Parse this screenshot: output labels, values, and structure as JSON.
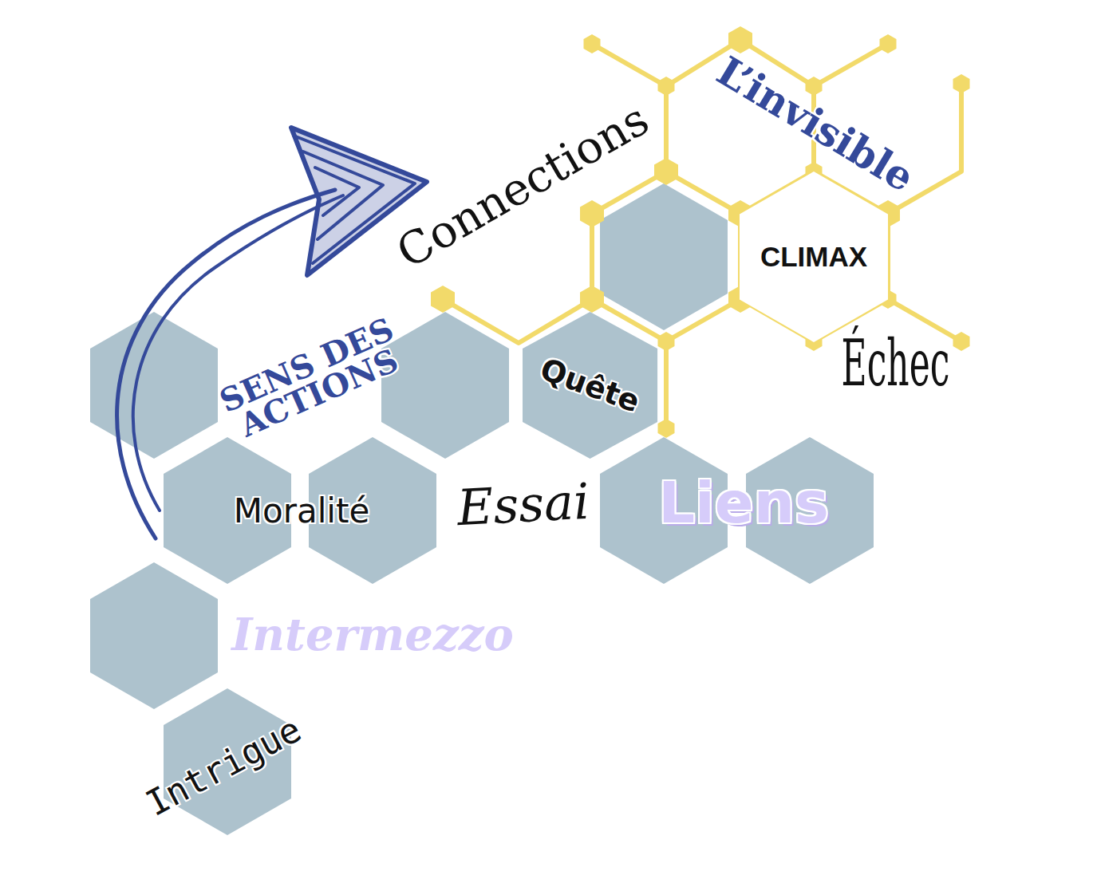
{
  "diagram": {
    "nodes": [
      {
        "text": [
          "Quête"
        ]
      },
      {
        "text": [
          "CLIMAX"
        ]
      }
    ],
    "labels": [
      "Connections",
      "L’invisible",
      "Échec",
      "SENS DES ACTIONS",
      "Moralité",
      "Essai",
      "Liens",
      "Intermezzo",
      "Intrigue"
    ]
  }
}
